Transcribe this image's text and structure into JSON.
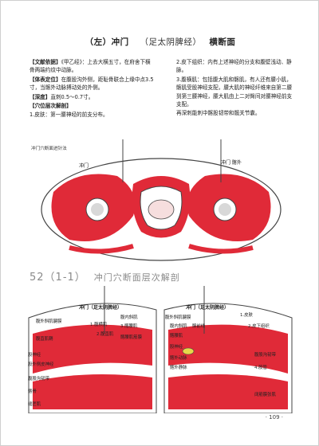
{
  "heading": {
    "point": "（左）冲门",
    "meridian": "（足太阴脾经）",
    "section": "横断面"
  },
  "left_column": {
    "p1_label": "【文献依据】",
    "p1_text": "《甲乙经》：上去大横五寸，在府舍下横骨两端约纹中动脉。",
    "p2_label": "【体表定位】",
    "p2_text": "在腹股沟外侧，距耻骨联合上缘中点3.5寸，当髂外动脉搏动处的外侧。",
    "p3_label": "【深度】",
    "p3_text": "直刺0.5～0.7寸。",
    "p4_label": "【穴位层次解剖】",
    "p5_text": "1.皮肤：第一腰神经的前支分布。"
  },
  "right_column": {
    "p1": "2.皮下组织：内有上述神经的分支和腹壁浅动、静脉。",
    "p2": "3.腹横肌：包括腹大肌和髂肌，有人还有腰小肌，髂肌受股神经支配，腰大肌的神经纤维来自第二腰到第三腰神经，腰大肌由上二对臀间对腰神经前支支配。",
    "p3": "再深刺能刺中髂股韧带和髋关节囊。"
  },
  "figure1": {
    "caption": "冲门穴断面进针法",
    "left_point_label": "冲门",
    "right_point_label": "冲门 髂外"
  },
  "section": {
    "number": "52（1-1）",
    "title": "冲门穴断面层次解剖"
  },
  "figure2": {
    "left_title": "冲门（足太阴脾经）",
    "right_title": "冲门（足太阴脾经）",
    "left_labels": [
      "腹外斜肌腱膜",
      "腹内斜肌",
      "1.腹横肌",
      "腹直肌鞘",
      "2.腹直肌",
      "3.髂腰肌",
      "髂腰肌筋膜",
      "股神经",
      "股外侧皮神经",
      "腹股沟韧带",
      "髂骨",
      "缝匠肌"
    ],
    "right_labels": [
      "腹外斜肌腱膜",
      "腹内斜肌",
      "髂腰肌",
      "骼前线",
      "2.皮下组织",
      "1.皮肤",
      "股神经",
      "髂外动脉",
      "髂外静脉",
      "腹股沟韧带",
      "4.股管",
      "阔筋膜张肌"
    ]
  },
  "page_number": "· 109 ·",
  "colors": {
    "muscle_red": "#e02a38",
    "bone_gray": "#d8d8d8",
    "line": "#444444"
  }
}
